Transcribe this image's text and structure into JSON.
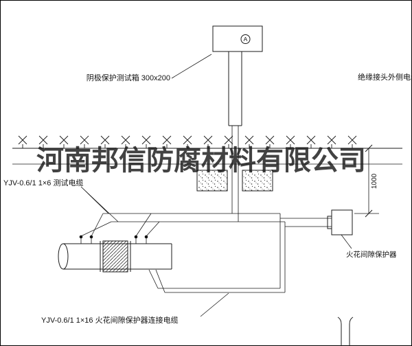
{
  "watermark": "河南邦信防腐材料有限公司",
  "labels": {
    "test_box": "阴极保护测试箱 300x200",
    "outer_cable": "绝缘接头外侧电缆",
    "test_cable": "YJV-0.6/1 1×6  测试电缆",
    "spark_protector": "火花间隙保护器",
    "protector_cable": "YJV-0.6/1 1×16  火花间隙保护器连接电缆",
    "meter": "A",
    "dimension_depth": "1000"
  },
  "colors": {
    "line": "#1a1a1a",
    "background": "#ffffff",
    "watermark": "#2a2a2a"
  }
}
